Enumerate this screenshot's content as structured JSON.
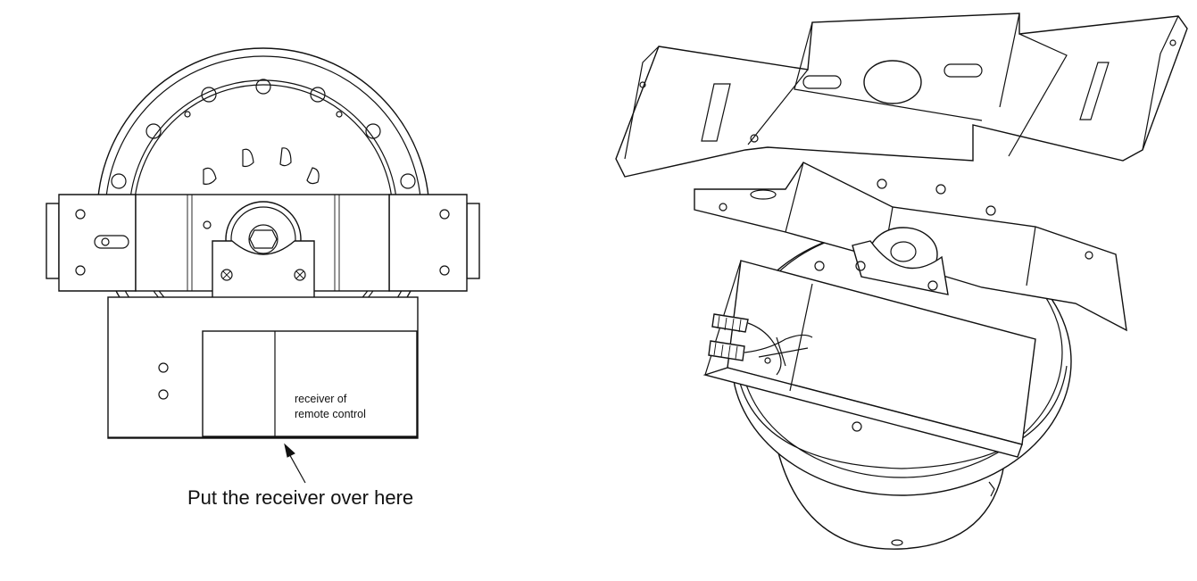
{
  "labels": {
    "receiver_line1": "receiver of",
    "receiver_line2": "remote control",
    "instruction": "Put the receiver over here"
  },
  "colors": {
    "line": "#111111",
    "background": "#ffffff"
  }
}
